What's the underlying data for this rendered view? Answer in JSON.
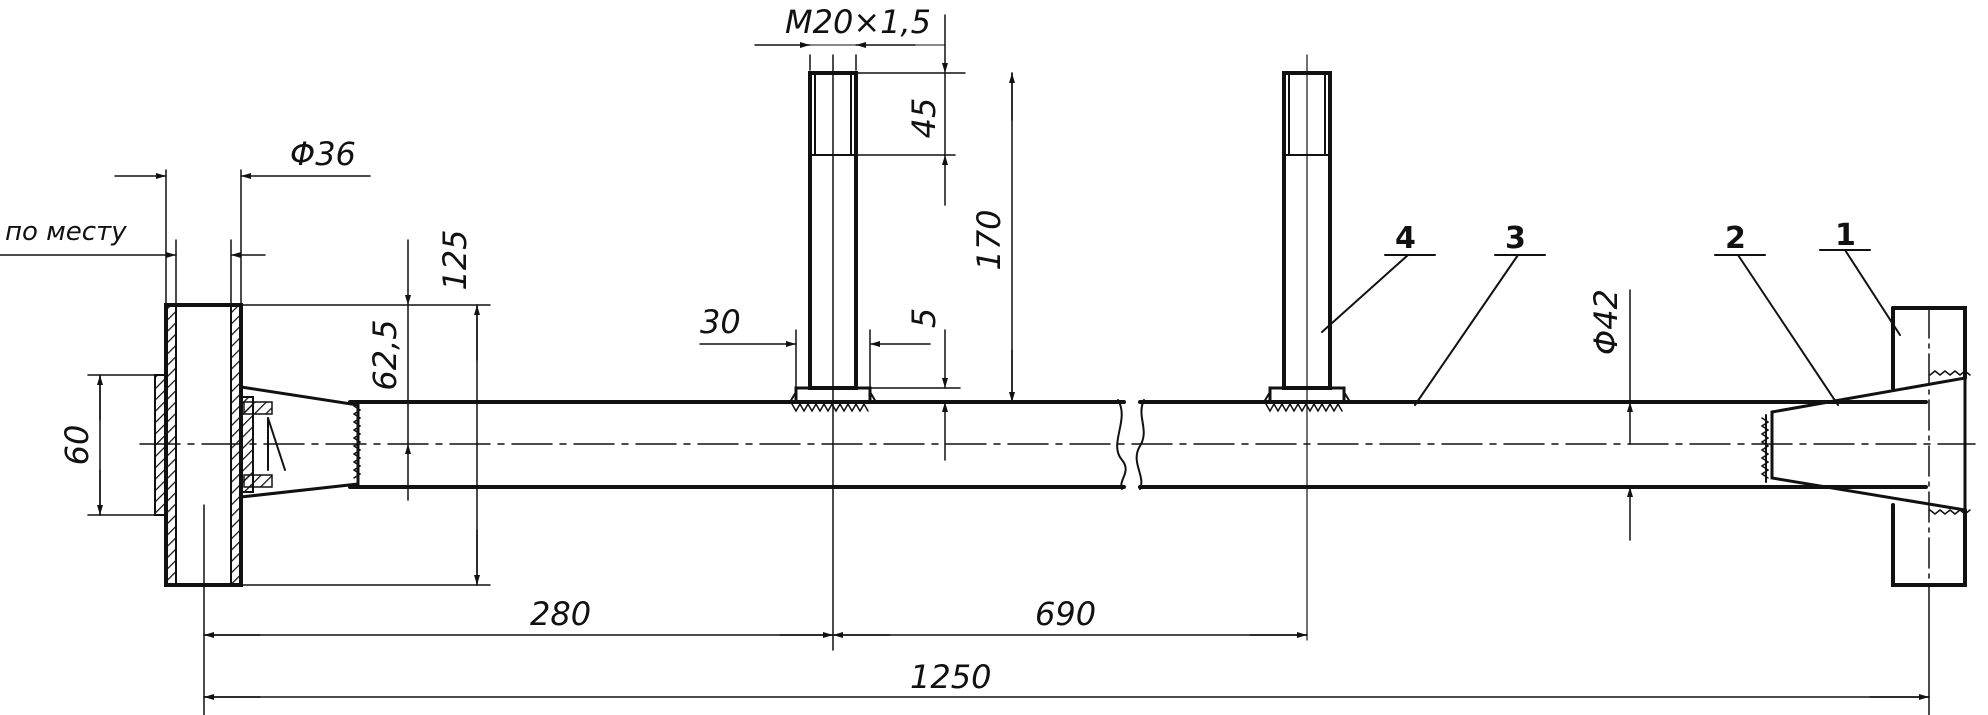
{
  "drawing": {
    "dimensions": {
      "thread": "M20×1,5",
      "bolt_thread_length": "45",
      "bolt_height": "170",
      "bolt_collar": "5",
      "collar_diameter": "30",
      "roller_diameter": "Φ36",
      "po_mestu": "по месту",
      "flange_height": "125",
      "flange_half": "62,5",
      "hub_diameter": "60",
      "tube_diameter": "Φ42",
      "dist_first_bolt": "280",
      "dist_between_bolts": "690",
      "total_length": "1250"
    },
    "callouts": [
      "1",
      "2",
      "3",
      "4"
    ],
    "colors": {
      "line": "#111111",
      "background": "#ffffff"
    }
  }
}
